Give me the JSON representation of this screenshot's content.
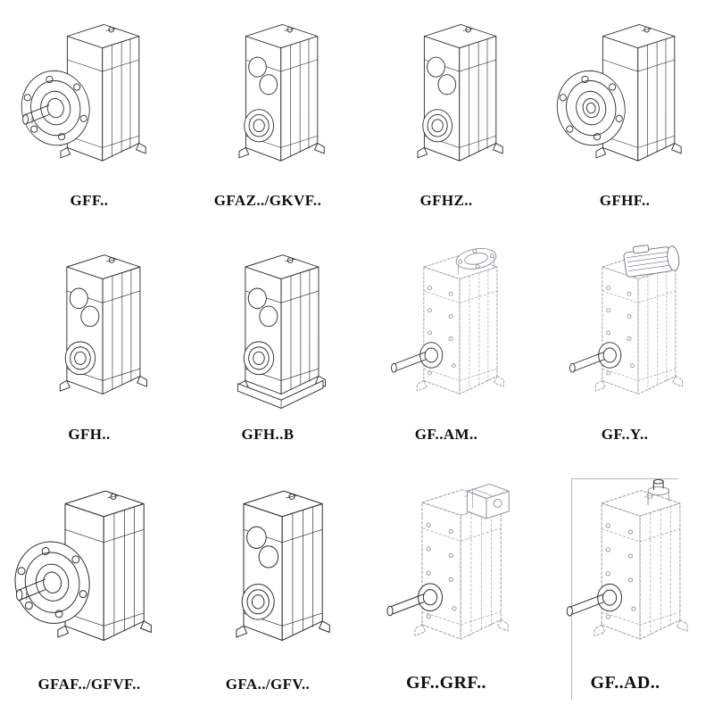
{
  "grid": {
    "cells": [
      {
        "label": "GFF..",
        "drawing": "flange-mounted-gearbox-drawing",
        "style": "solid-line"
      },
      {
        "label": "GFAZ../GKVF..",
        "drawing": "shaft-input-gearbox-drawing",
        "style": "solid-line"
      },
      {
        "label": "GFHZ..",
        "drawing": "hollow-shaft-gearbox-drawing",
        "style": "solid-line"
      },
      {
        "label": "GFHF..",
        "drawing": "flange-hollow-gearbox-drawing",
        "style": "solid-line"
      },
      {
        "label": "GFH..",
        "drawing": "foot-mounted-gearbox-drawing",
        "style": "solid-line"
      },
      {
        "label": "GFH..B",
        "drawing": "base-plate-gearbox-drawing",
        "style": "solid-line"
      },
      {
        "label": "GF..AM..",
        "drawing": "motor-flange-adapter-gearbox-drawing",
        "style": "phantom-line"
      },
      {
        "label": "GF..Y..",
        "drawing": "motorized-gearbox-drawing",
        "style": "phantom-line"
      },
      {
        "label": "GFAF../GFVF..",
        "drawing": "flange-mounted-gearbox-drawing",
        "style": "solid-line"
      },
      {
        "label": "GFA../GFV..",
        "drawing": "shaft-input-gearbox-drawing",
        "style": "solid-line"
      },
      {
        "label": "GF..GRF..",
        "drawing": "adapter-housing-gearbox-drawing",
        "style": "phantom-line"
      },
      {
        "label": "GF..AD..",
        "drawing": "top-input-shaft-gearbox-drawing",
        "style": "phantom-line"
      }
    ]
  },
  "colors": {
    "line": "#2b2b2b",
    "phantom_line": "#979ca3",
    "label": "#0e0e0e",
    "background": "#ffffff",
    "cell_border": "#b9b9b9"
  }
}
